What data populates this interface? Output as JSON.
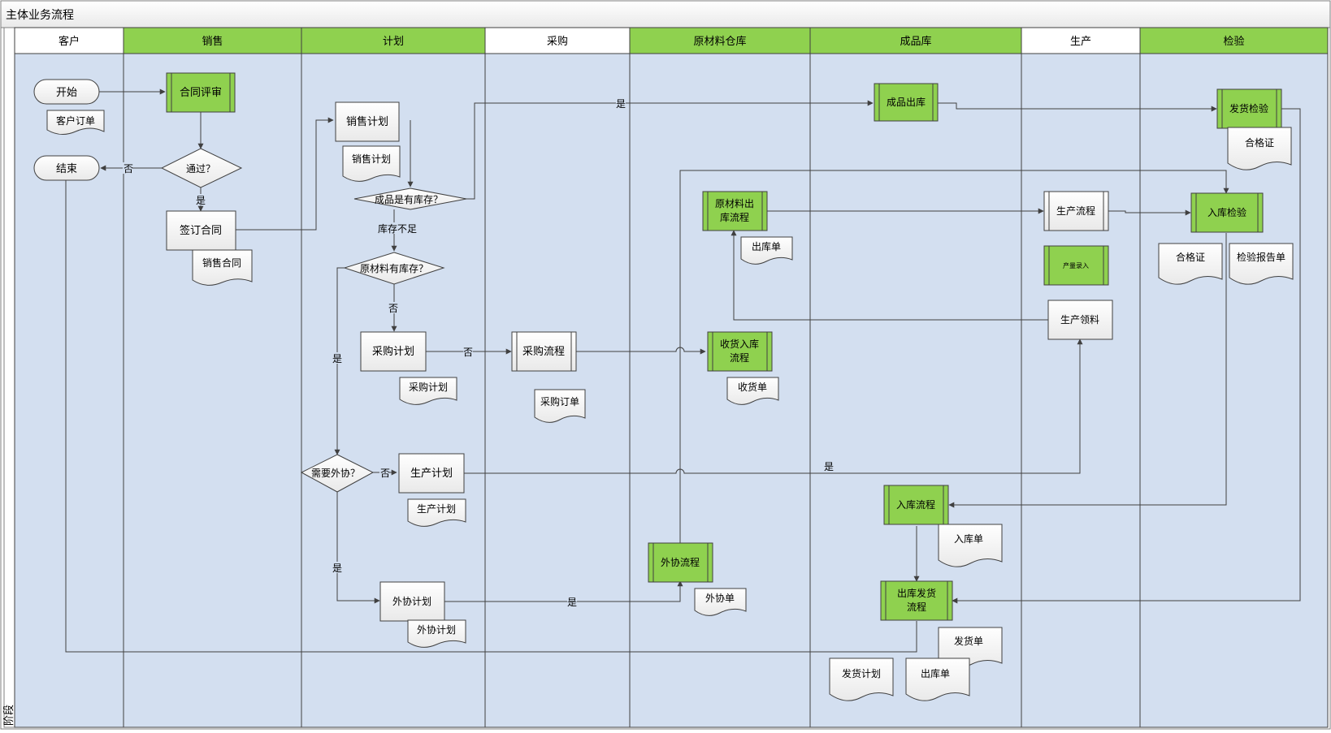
{
  "title": "主体业务流程",
  "phase_label": "阶段",
  "colors": {
    "lane_bg": "#d3dff0",
    "header_green": "#8fd14f",
    "header_white": "#ffffff",
    "green_box": "#8fd14f",
    "line": "#404040"
  },
  "lanes": [
    {
      "id": "customer",
      "label": "客户",
      "header": "white"
    },
    {
      "id": "sales",
      "label": "销售",
      "header": "green"
    },
    {
      "id": "planning",
      "label": "计划",
      "header": "green"
    },
    {
      "id": "purchasing",
      "label": "采购",
      "header": "white"
    },
    {
      "id": "raw-warehouse",
      "label": "原材料仓库",
      "header": "green"
    },
    {
      "id": "finished-warehouse",
      "label": "成品库",
      "header": "green"
    },
    {
      "id": "production",
      "label": "生产",
      "header": "white"
    },
    {
      "id": "inspection",
      "label": "检验",
      "header": "green"
    }
  ],
  "nodes": {
    "start": "开始",
    "end": "结束",
    "customer_order": "客户订单",
    "contract_review": "合同评审",
    "approved": "通过？",
    "sign_contract": "签订合同",
    "sales_contract_doc": "销售合同",
    "sales_plan": "销售计划",
    "sales_plan_doc": "销售计划",
    "fg_in_stock": "成品是有库存？",
    "raw_in_stock": "原材料有库存？",
    "purchase_plan": "采购计划",
    "purchase_plan_doc": "采购计划",
    "purchase_process": "采购流程",
    "purchase_order_doc": "采购订单",
    "receive_process_1": "收货入库",
    "receive_process_2": "流程",
    "receipt_doc": "收货单",
    "outsource_q": "需要外协？",
    "production_plan": "生产计划",
    "production_plan_doc": "生产计划",
    "outsource_plan": "外协计划",
    "outsource_plan_doc": "外协计划",
    "outsource_process": "外协流程",
    "outsource_doc": "外协单",
    "raw_issue_1": "原材料出",
    "raw_issue_2": "库流程",
    "issue_doc": "出库单",
    "fg_outbound": "成品出库",
    "production_process": "生产流程",
    "output_entry": "产量录入",
    "material_request": "生产领料",
    "inbound_inspection": "入库检验",
    "certificate_doc": "合格证",
    "inspection_report_doc": "检验报告单",
    "shipment_inspection": "发货检验",
    "certificate_doc2": "合格证",
    "inbound_process": "入库流程",
    "inbound_doc": "入库单",
    "ship_process_1": "出库发货",
    "ship_process_2": "流程",
    "delivery_doc": "发货单",
    "delivery_plan_doc": "发货计划",
    "outbound_doc": "出库单"
  },
  "edge_labels": {
    "no_end": "否",
    "yes_sign": "是",
    "fg_yes": "是",
    "stock_short": "库存不足",
    "raw_no": "否",
    "raw_yes": "是",
    "purchase_no": "否",
    "outsource_no": "否",
    "outsource_yes": "是",
    "to_outsource_yes": "是",
    "production_yes": "是"
  }
}
